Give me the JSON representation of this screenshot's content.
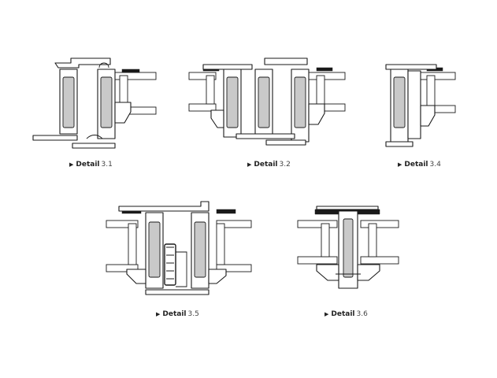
{
  "details": [
    {
      "id": "3.1",
      "label": "Detail",
      "number": "3.1"
    },
    {
      "id": "3.2",
      "label": "Detail",
      "number": "3.2"
    },
    {
      "id": "3.4",
      "label": "Detail",
      "number": "3.4"
    },
    {
      "id": "3.5",
      "label": "Detail",
      "number": "3.5"
    },
    {
      "id": "3.6",
      "label": "Detail",
      "number": "3.6"
    }
  ],
  "caption_arrow": "▶",
  "colors": {
    "line": "#1a1a1a",
    "core": "#c9c9c9",
    "background": "#ffffff"
  }
}
